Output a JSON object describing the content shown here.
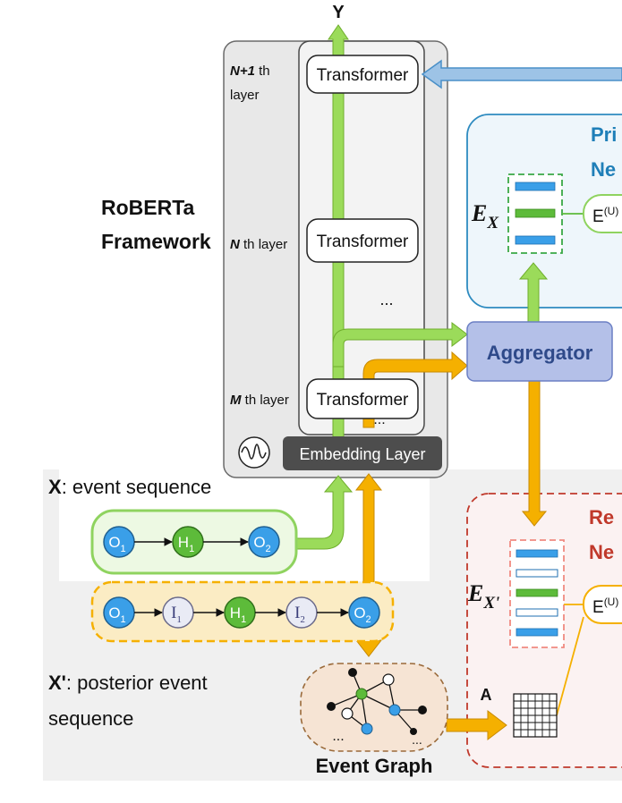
{
  "output_label": "Y",
  "roberta": {
    "title_line1": "RoBERTa",
    "title_line2": "Framework"
  },
  "layers": [
    {
      "num": "N+1",
      "suffix": " th",
      "line2": "layer"
    },
    {
      "num": "N",
      "suffix": " th layer"
    },
    {
      "num": "M",
      "suffix": " th layer"
    }
  ],
  "transformer_label": "Transformer",
  "ellipsis": "...",
  "embedding_label": "Embedding Layer",
  "aggregator_label": "Aggregator",
  "prior_network": {
    "line1": "Pri",
    "line2": "Ne"
  },
  "recognition_network": {
    "line1": "Re",
    "line2": "Ne"
  },
  "ex_label": "E",
  "ex_sub": "X",
  "exp_label": "E",
  "exp_sub": "X'",
  "eu_label": "E",
  "eu_sup": "(U)",
  "x_seq": {
    "var": "X",
    "desc": ": event sequence"
  },
  "x_prime": {
    "var": "X'",
    "desc_line1": ": posterior event",
    "desc_line2": "sequence"
  },
  "x_nodes": [
    {
      "base": "O",
      "sub": "1",
      "type": "observed"
    },
    {
      "base": "H",
      "sub": "1",
      "type": "hypothesis"
    },
    {
      "base": "O",
      "sub": "2",
      "type": "observed"
    }
  ],
  "xp_nodes": [
    {
      "base": "O",
      "sub": "1",
      "type": "observed"
    },
    {
      "base": "I",
      "sub": "1",
      "type": "intermediate"
    },
    {
      "base": "H",
      "sub": "1",
      "type": "hypothesis"
    },
    {
      "base": "I",
      "sub": "2",
      "type": "intermediate"
    },
    {
      "base": "O",
      "sub": "2",
      "type": "observed"
    }
  ],
  "event_graph_label": "Event Graph",
  "adjacency_label": "A",
  "colors": {
    "green_arrow": "#9BDB5A",
    "orange_arrow": "#F5B000",
    "blue_arrow": "#9DC3E6",
    "observed_node": "#3A9FE8",
    "hypothesis_node": "#5DBB3A",
    "intermediate_node": "#E9EBF5",
    "aggregator_fill": "#B4C0E8",
    "aggregator_text": "#2F4A8A",
    "prior_border": "#2E8BC0",
    "prior_text": "#1F7FB8",
    "recog_border": "#C0392B",
    "recog_text": "#C0392B"
  }
}
